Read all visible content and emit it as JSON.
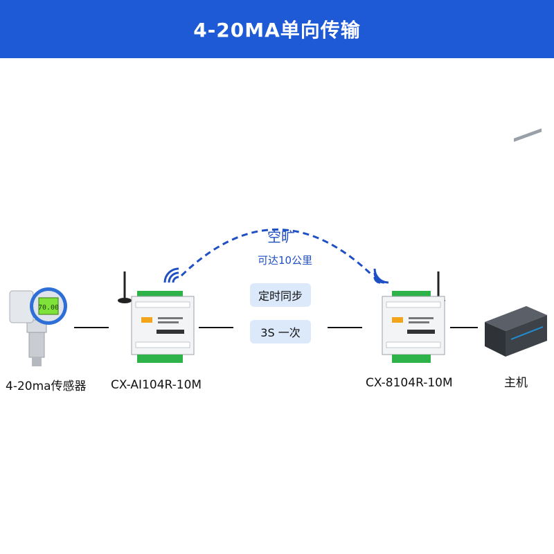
{
  "header": {
    "title": "4-20MA单向传输"
  },
  "link": {
    "medium": "空旷",
    "range": "可达10公里"
  },
  "sync": {
    "label1": "定时同步",
    "label2": "3S 一次"
  },
  "devices": {
    "sensor": {
      "label": "4-20ma传感器",
      "display": "70.00"
    },
    "transmitter": {
      "label": "CX-AI104R-10M"
    },
    "receiver": {
      "label": "CX-8104R-10M"
    },
    "host": {
      "label": "主机"
    }
  },
  "colors": {
    "banner": "#1f5ad6",
    "link": "#1f4fc4",
    "pill": "#dbe9fb",
    "terminal": "#2eb34a"
  }
}
